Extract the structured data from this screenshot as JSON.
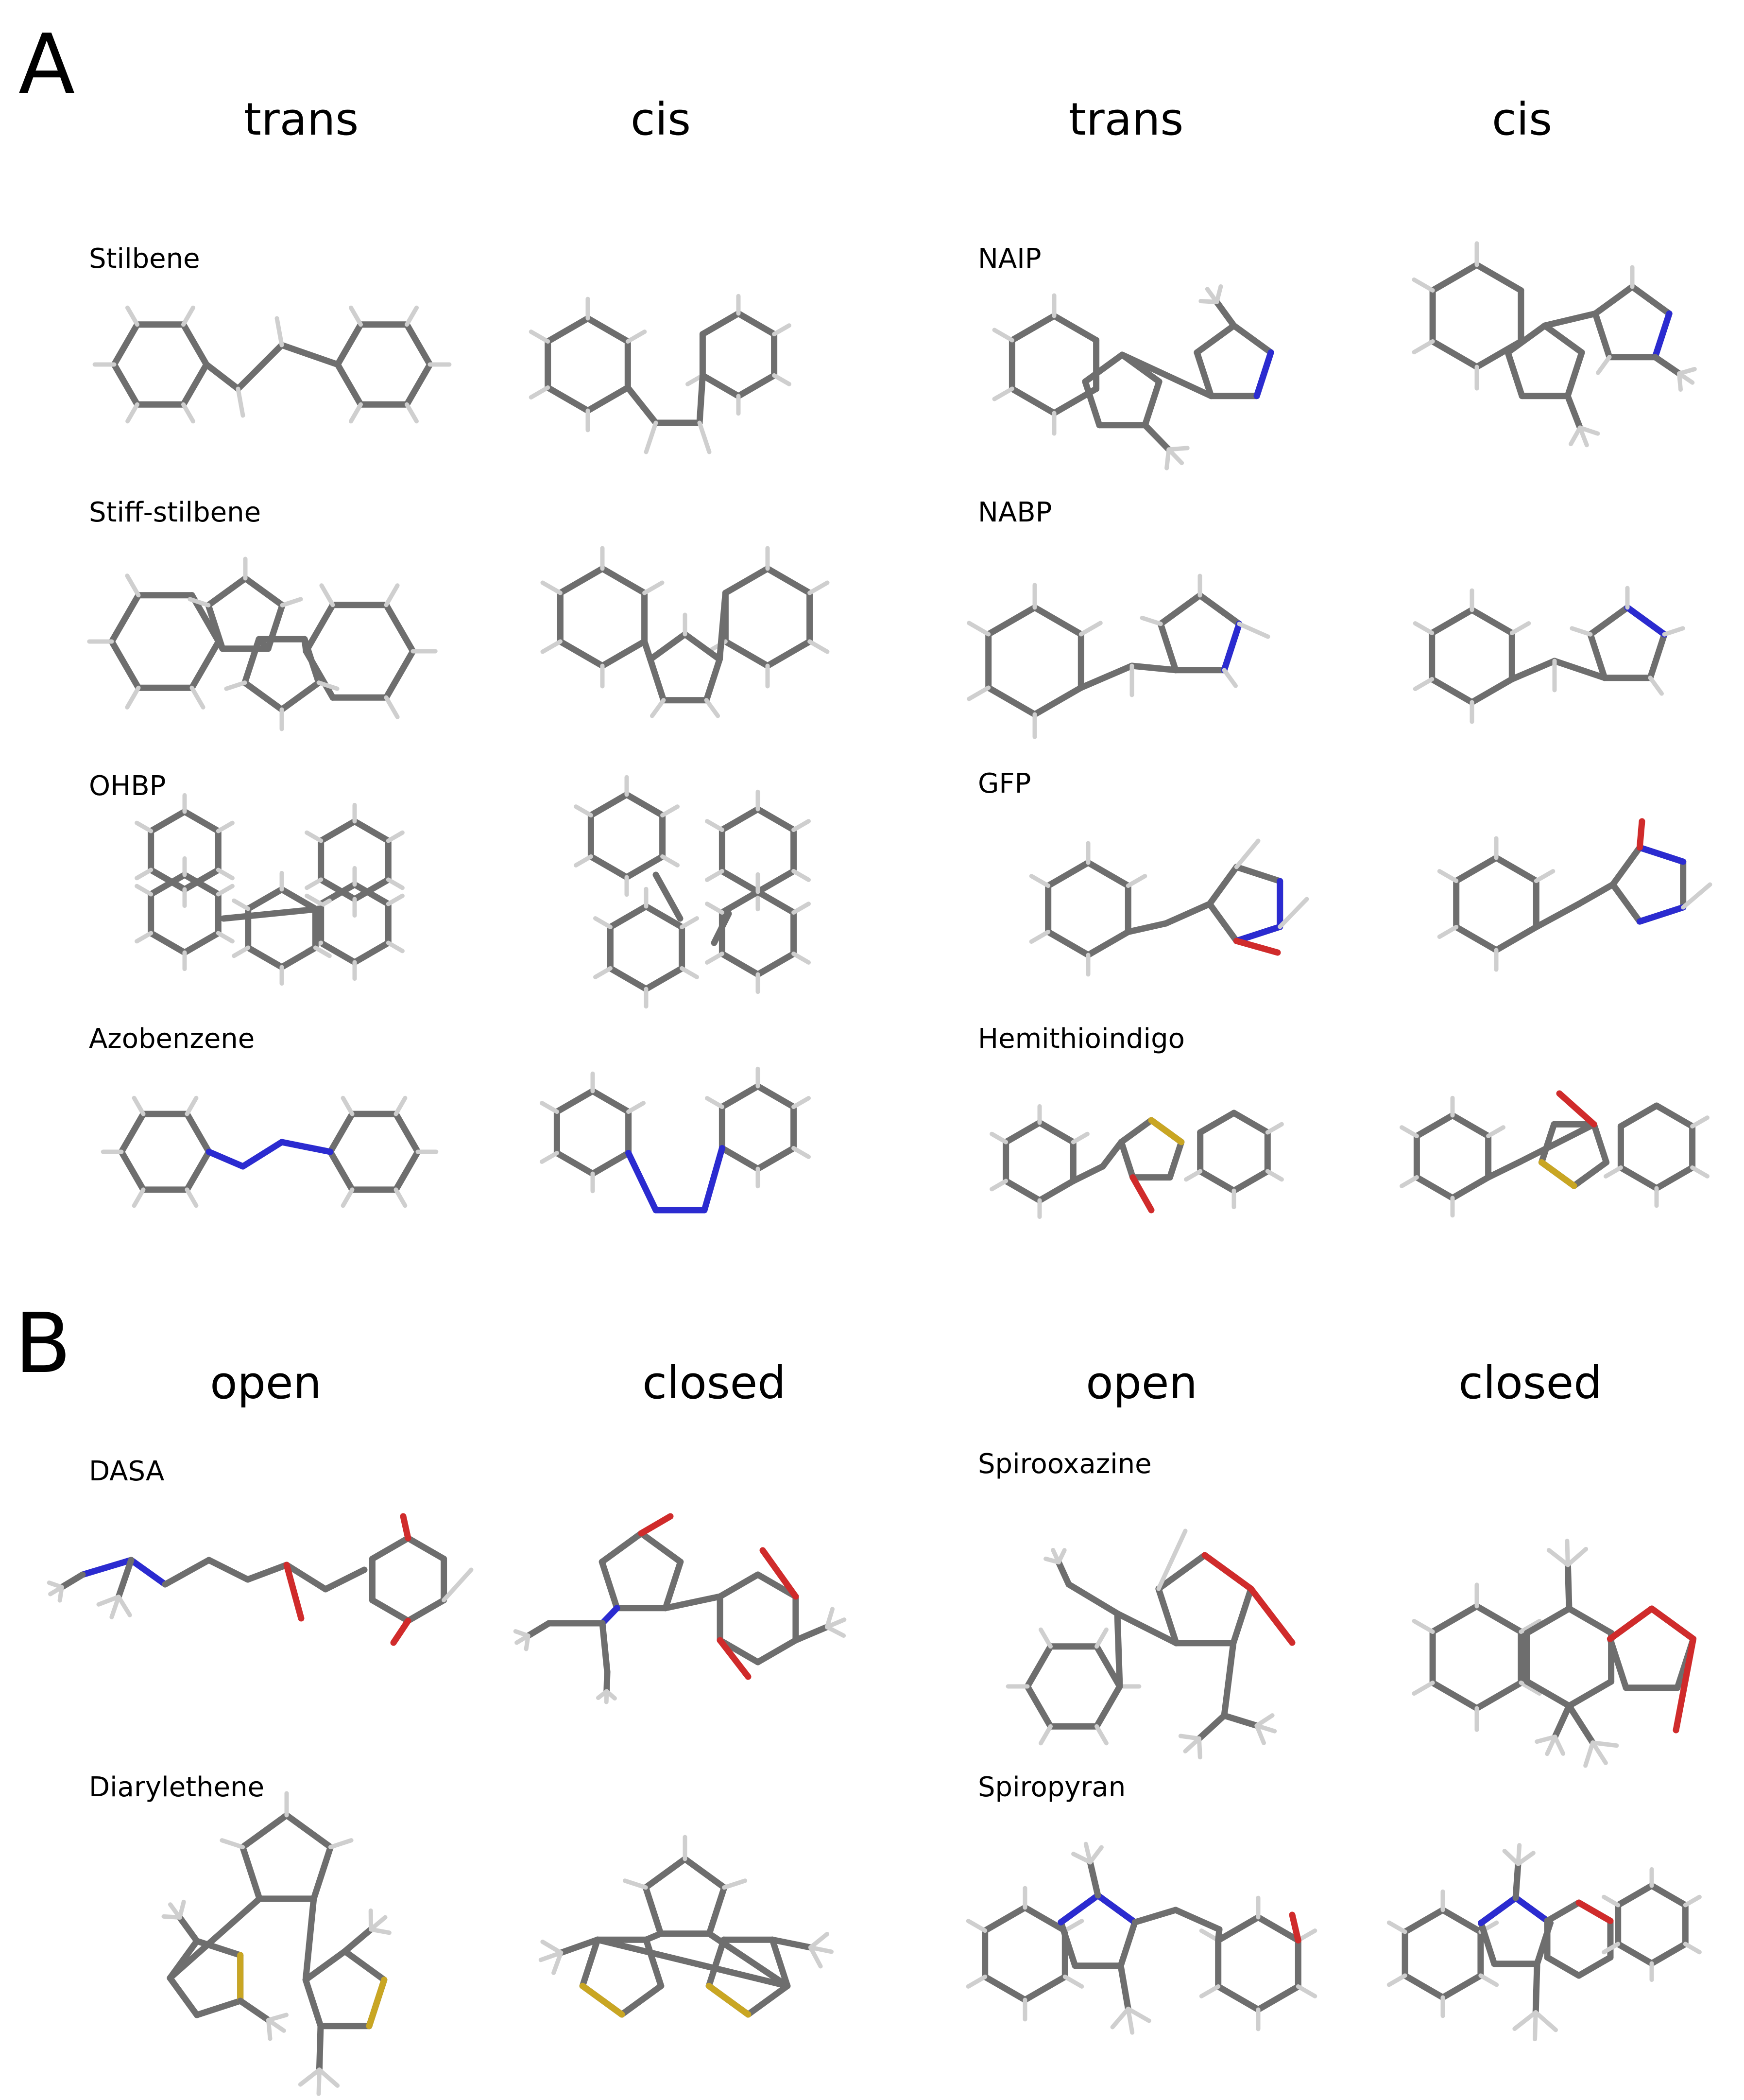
{
  "panels": [
    {
      "letter": "A",
      "headers": [
        "trans",
        "cis",
        "trans",
        "cis"
      ],
      "molecules": [
        "Stilbene",
        "Stiff-stilbene",
        "OHBP",
        "Azobenzene",
        "NAIP",
        "NABP",
        "GFP",
        "Hemithioindigo"
      ]
    },
    {
      "letter": "B",
      "headers": [
        "open",
        "closed",
        "open",
        "closed"
      ],
      "molecules": [
        "DASA",
        "Diarylethene",
        "Spirooxazine",
        "Spiropyran"
      ]
    }
  ],
  "atom_colors": {
    "carbon": "#6e6e6e",
    "hydrogen": "#cfcfcf",
    "nitrogen": "#2b2bd0",
    "oxygen": "#d02b2b",
    "sulfur": "#c9a623"
  }
}
